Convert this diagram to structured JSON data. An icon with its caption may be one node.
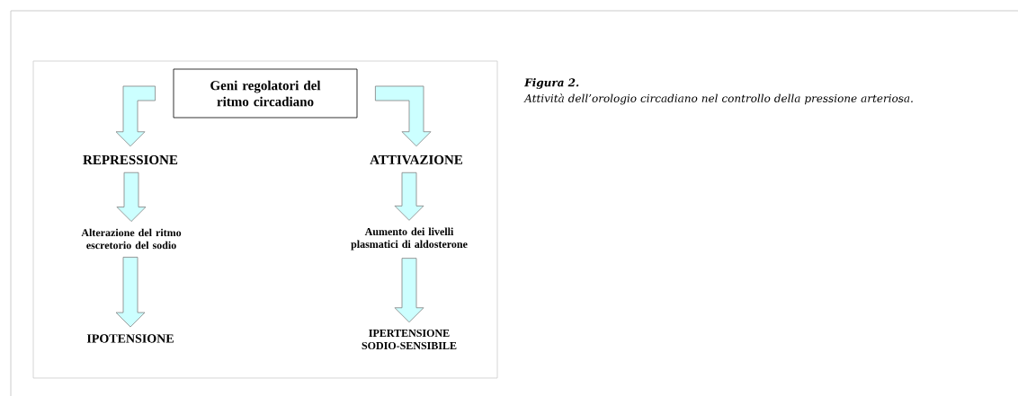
{
  "diagram": {
    "title": "Figura 2.",
    "caption": "Attività dell’orologio circadiano nel controllo della pressione arteriosa.",
    "nodes": [
      {
        "text": [
          "Geni regolatori del ritmo circadiano"
        ]
      },
      {
        "text": [
          "REPRESSIONE"
        ]
      },
      {
        "text": [
          "ATTIVAZIONE"
        ]
      },
      {
        "text": [
          "Alterazione del ritmo escretorio del sodio"
        ]
      },
      {
        "text": [
          "Aumento dei livelli plasmatici di aldosterone"
        ]
      },
      {
        "text": [
          "IPOTENSIONE"
        ]
      },
      {
        "text": [
          "IPERTENSIONE SODIO-SENSIBILE"
        ]
      }
    ],
    "edges": [
      {
        "from": 0,
        "to": 1,
        "arrow": "to"
      },
      {
        "from": 0,
        "to": 2,
        "arrow": "to"
      },
      {
        "from": 1,
        "to": 3,
        "arrow": "to"
      },
      {
        "from": 3,
        "to": 5,
        "arrow": "to"
      },
      {
        "from": 2,
        "to": 4,
        "arrow": "to"
      },
      {
        "from": 4,
        "to": 6,
        "arrow": "to"
      }
    ]
  }
}
